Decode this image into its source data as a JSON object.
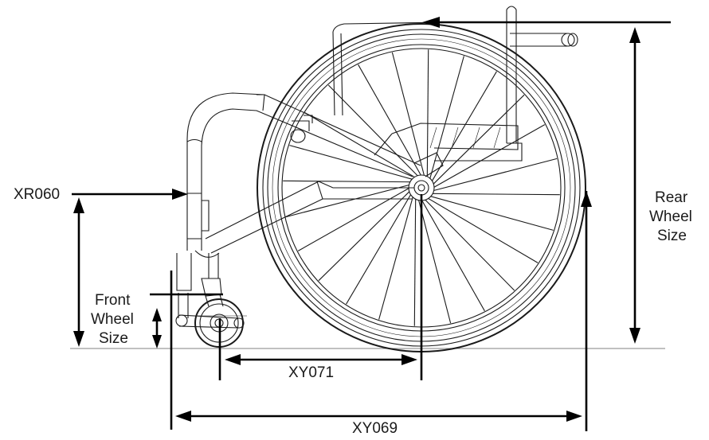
{
  "labels": {
    "xr060": "XR060",
    "xy071": "XY071",
    "xy069": "XY069",
    "rear_wheel": [
      "Rear",
      "Wheel",
      "Size"
    ],
    "front_wheel": [
      "Front",
      "Wheel",
      "Size"
    ]
  },
  "icons": {
    "wheelchair": "wheelchair-side-view-icon"
  },
  "colors": {
    "line": "#1a1a1a",
    "ground": "#9a9a9a",
    "background": "#ffffff"
  },
  "drawing": {
    "rear_spoke_count": 24
  }
}
